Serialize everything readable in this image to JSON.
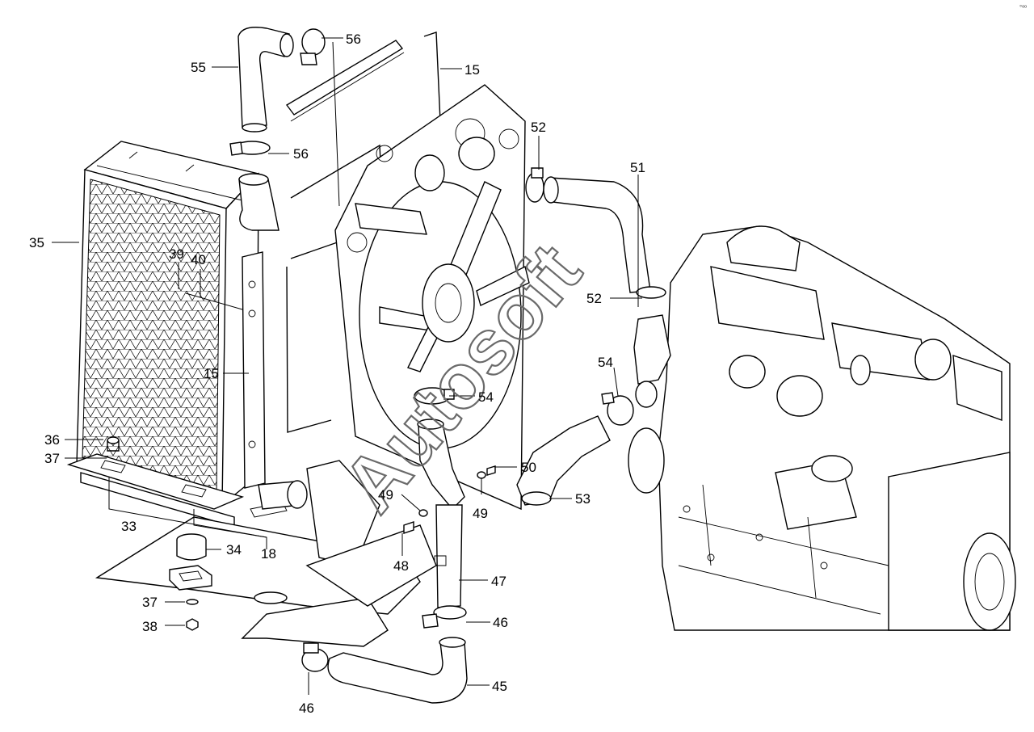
{
  "diagram": {
    "watermark": "Autosoft",
    "corner_mark": "°ºº",
    "callouts": [
      {
        "id": "c55",
        "label": "55"
      },
      {
        "id": "c56a",
        "label": "56"
      },
      {
        "id": "c15a",
        "label": "15"
      },
      {
        "id": "c56b",
        "label": "56"
      },
      {
        "id": "c52a",
        "label": "52"
      },
      {
        "id": "c51",
        "label": "51"
      },
      {
        "id": "c35",
        "label": "35"
      },
      {
        "id": "c39",
        "label": "39"
      },
      {
        "id": "c40",
        "label": "40"
      },
      {
        "id": "c52b",
        "label": "52"
      },
      {
        "id": "c15b",
        "label": "15"
      },
      {
        "id": "c54a",
        "label": "54"
      },
      {
        "id": "c54b",
        "label": "54"
      },
      {
        "id": "c36",
        "label": "36"
      },
      {
        "id": "c37a",
        "label": "37"
      },
      {
        "id": "c50",
        "label": "50"
      },
      {
        "id": "c49a",
        "label": "49"
      },
      {
        "id": "c49b",
        "label": "49"
      },
      {
        "id": "c53",
        "label": "53"
      },
      {
        "id": "c33",
        "label": "33"
      },
      {
        "id": "c34",
        "label": "34"
      },
      {
        "id": "c18",
        "label": "18"
      },
      {
        "id": "c48",
        "label": "48"
      },
      {
        "id": "c47",
        "label": "47"
      },
      {
        "id": "c37b",
        "label": "37"
      },
      {
        "id": "c46a",
        "label": "46"
      },
      {
        "id": "c38",
        "label": "38"
      },
      {
        "id": "c45",
        "label": "45"
      },
      {
        "id": "c46b",
        "label": "46"
      }
    ]
  }
}
